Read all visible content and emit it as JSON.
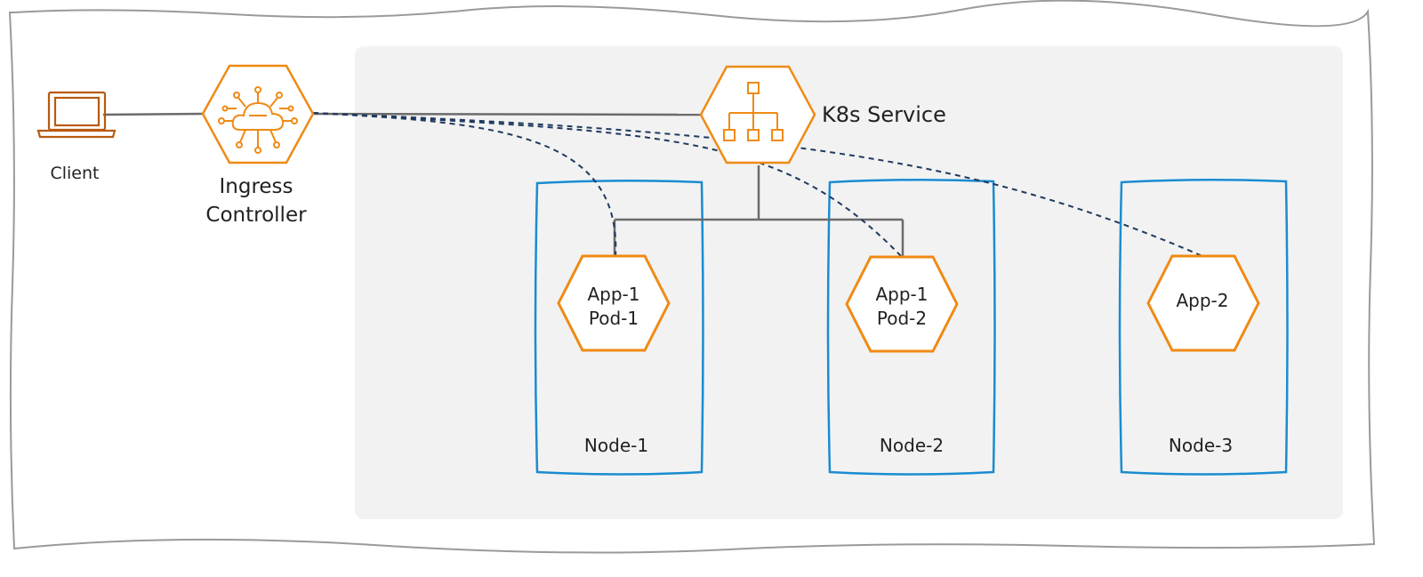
{
  "colors": {
    "hex_orange": "#F08A14",
    "node_blue": "#1A8CD0",
    "cluster_gray": "#F2F2F2",
    "frame_gray": "#9A9A9A",
    "line_gray": "#6B6B6B",
    "dash_navy": "#1F3A60",
    "laptop_brown": "#B85A10"
  },
  "client": {
    "label": "Client",
    "icon": "laptop-icon"
  },
  "ingress": {
    "label_line1": "Ingress",
    "label_line2": "Controller",
    "icon": "cloud-network-icon"
  },
  "service": {
    "label": "K8s Service",
    "icon": "hierarchy-icon"
  },
  "nodes": [
    {
      "label": "Node-1"
    },
    {
      "label": "Node-2"
    },
    {
      "label": "Node-3"
    }
  ],
  "pods": [
    {
      "line1": "App-1",
      "line2": "Pod-1"
    },
    {
      "line1": "App-1",
      "line2": "Pod-2"
    },
    {
      "line1": "App-2"
    }
  ]
}
